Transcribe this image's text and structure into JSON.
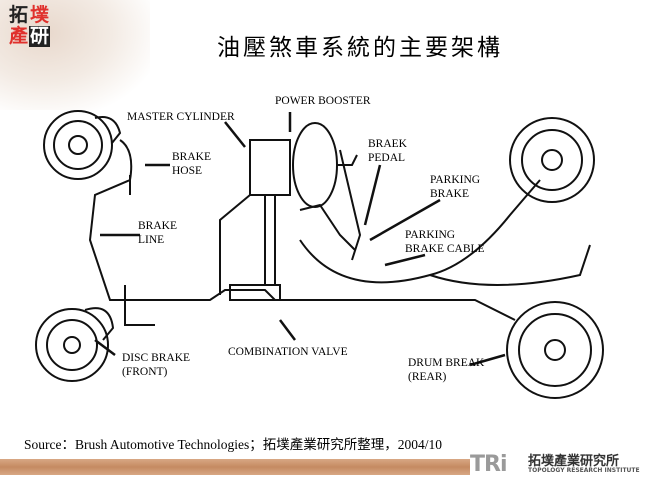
{
  "logo": {
    "chars": [
      "拓",
      "墣",
      "產",
      "研"
    ],
    "colors": {
      "black": "#222222",
      "red": "#e0302c"
    }
  },
  "title": "油壓煞車系統的主要架構",
  "diagram": {
    "labels": {
      "master_cylinder": "MASTER CYLINDER",
      "power_booster": "POWER BOOSTER",
      "brake_pedal": "BRAEK\nPEDAL",
      "brake_hose": "BRAKE\nHOSE",
      "parking_brake": "PARKING\nBRAKE",
      "brake_line": "BRAKE\nLINE",
      "parking_brake_cable": "PARKING\nBRAKE CABLE",
      "disc_brake": "DISC BRAKE\n(FRONT)",
      "combination_valve": "COMBINATION VALVE",
      "drum_brake": "DRUM BREAK\n(REAR)"
    }
  },
  "source": "Source：Brush Automotive Technologies；拓墣產業研究所整理，2004/10",
  "footer": {
    "logo_mark": "TRi",
    "logo_cn": "拓墣產業研究所",
    "logo_en": "TOPOLOGY RESEARCH INSTITUTE",
    "bar_color": "#c58a62"
  }
}
